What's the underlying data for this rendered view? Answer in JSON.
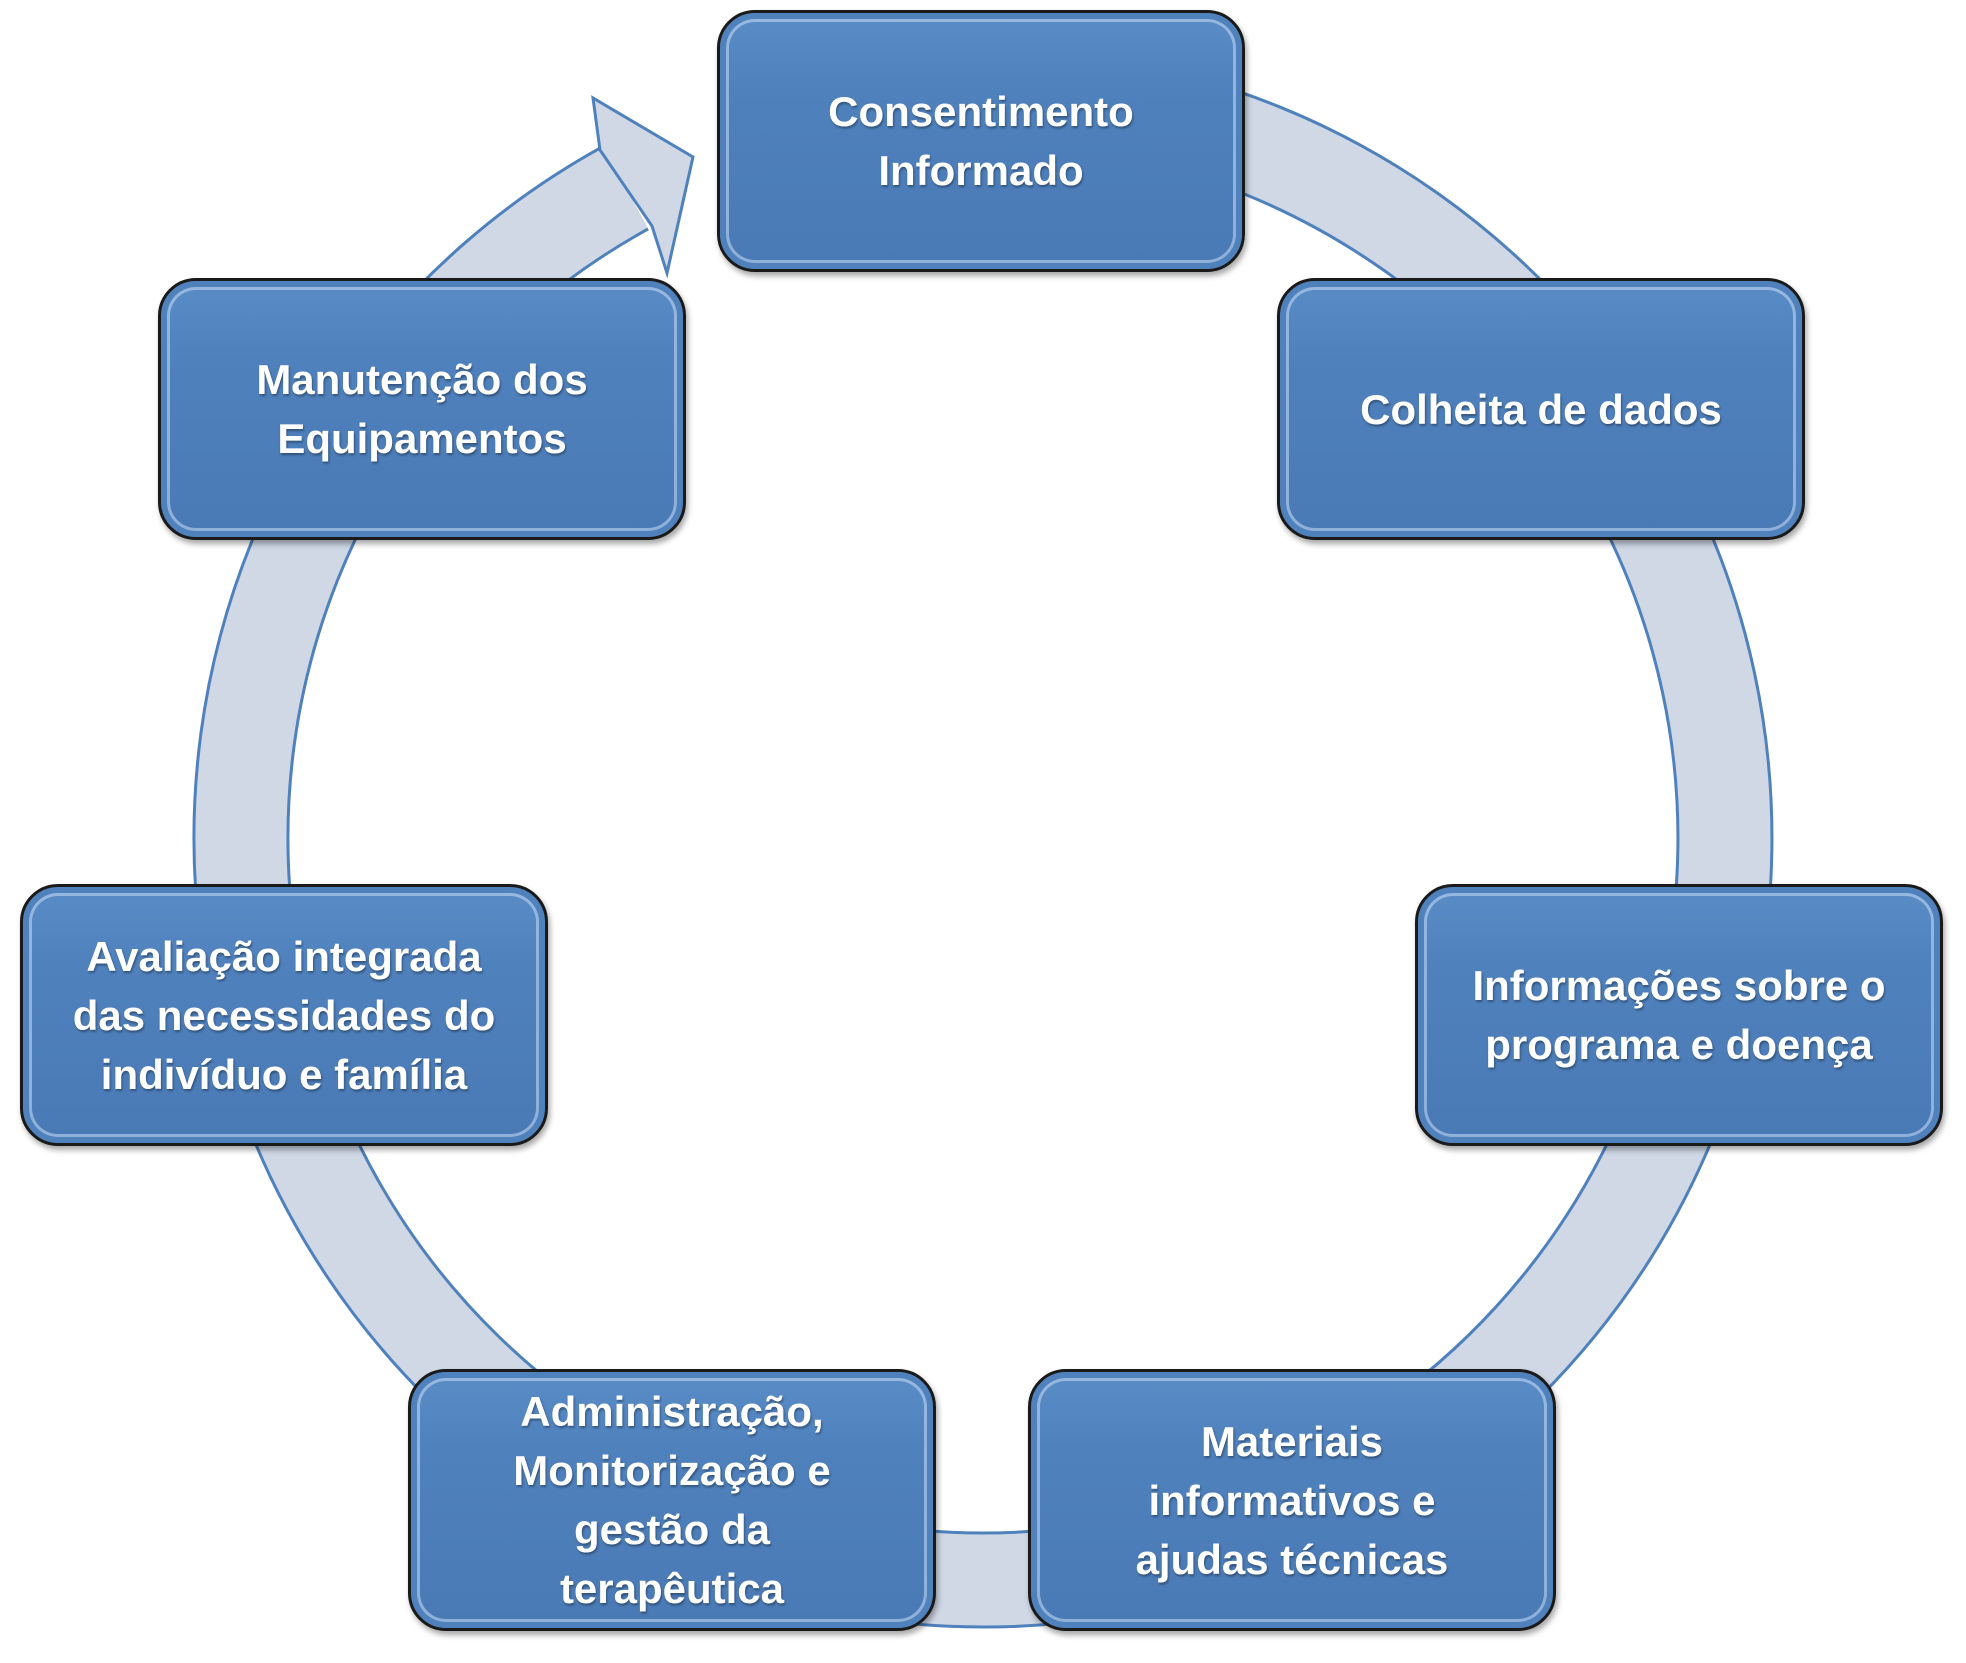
{
  "colors": {
    "box_fill": "#4f81bd",
    "ring_fill": "#d0d8e6",
    "ring_border": "#4f81bd",
    "text": "#ffffff"
  },
  "steps": [
    {
      "label": "Consentimento\nInformado"
    },
    {
      "label": "Colheita de dados"
    },
    {
      "label": "Informações sobre o\nprograma e doença"
    },
    {
      "label": "Materiais\ninformativos e\najudas técnicas"
    },
    {
      "label": "Administração,\nMonitorização e\ngestão da\nterapêutica"
    },
    {
      "label": "Avaliação integrada\ndas necessidades do\nindivíduo e família"
    },
    {
      "label": "Manutenção dos\nEquipamentos"
    }
  ]
}
